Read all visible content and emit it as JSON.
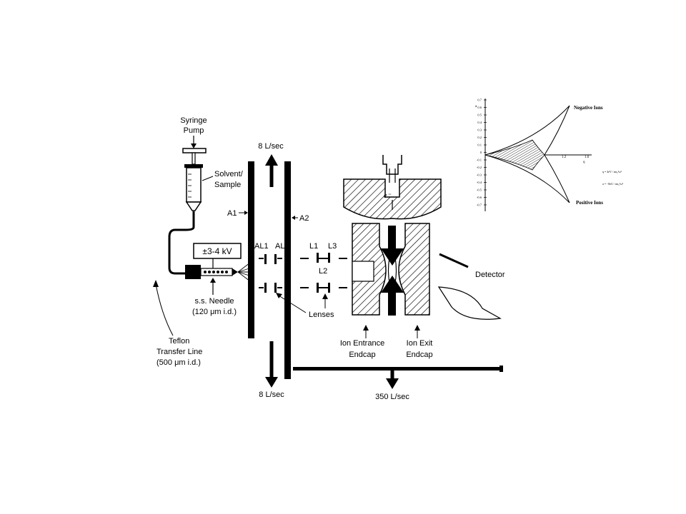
{
  "labels": {
    "syringe_pump": [
      "Syringe",
      "Pump"
    ],
    "solvent_sample": [
      "Solvent/",
      "Sample"
    ],
    "voltage": "±3-4 kV",
    "needle": [
      "s.s.  Needle",
      "(120  μm i.d.)"
    ],
    "teflon": [
      "Teflon",
      "Transfer  Line",
      "(500  μm i.d.)"
    ],
    "a1": "A1",
    "a2": "A2",
    "al1": "AL1",
    "al2": "AL2",
    "l1": "L1",
    "l3": "L3",
    "l2": "L2",
    "lenses": "Lenses",
    "pump_top": "8  L/sec",
    "pump_bottom": "8  L/sec",
    "pump_trap": "350  L/sec",
    "entrance_endcap": [
      "Ion  Entrance",
      "Endcap"
    ],
    "exit_endcap": [
      "Ion  Exit",
      "Endcap"
    ],
    "detector": "Detector",
    "electron": "e⁻"
  },
  "inset": {
    "negative_ions": "Negative Ions",
    "positive_ions": "Positive Ions",
    "y_ticks": [
      "0.7",
      "0.6",
      "0.5",
      "0.4",
      "0.3",
      "0.2",
      "0.1",
      "0",
      "-0.1",
      "-0.2",
      "-0.3",
      "-0.4",
      "-0.5",
      "-0.6",
      "-0.7"
    ],
    "x_ticks": [
      "1.2",
      "1.6"
    ],
    "y_axis_label": "a",
    "x_axis_label": "q",
    "formula_q": "q = 4eV / mr₀²ω²",
    "formula_a": "a = −8eU / mr₀²ω²"
  }
}
